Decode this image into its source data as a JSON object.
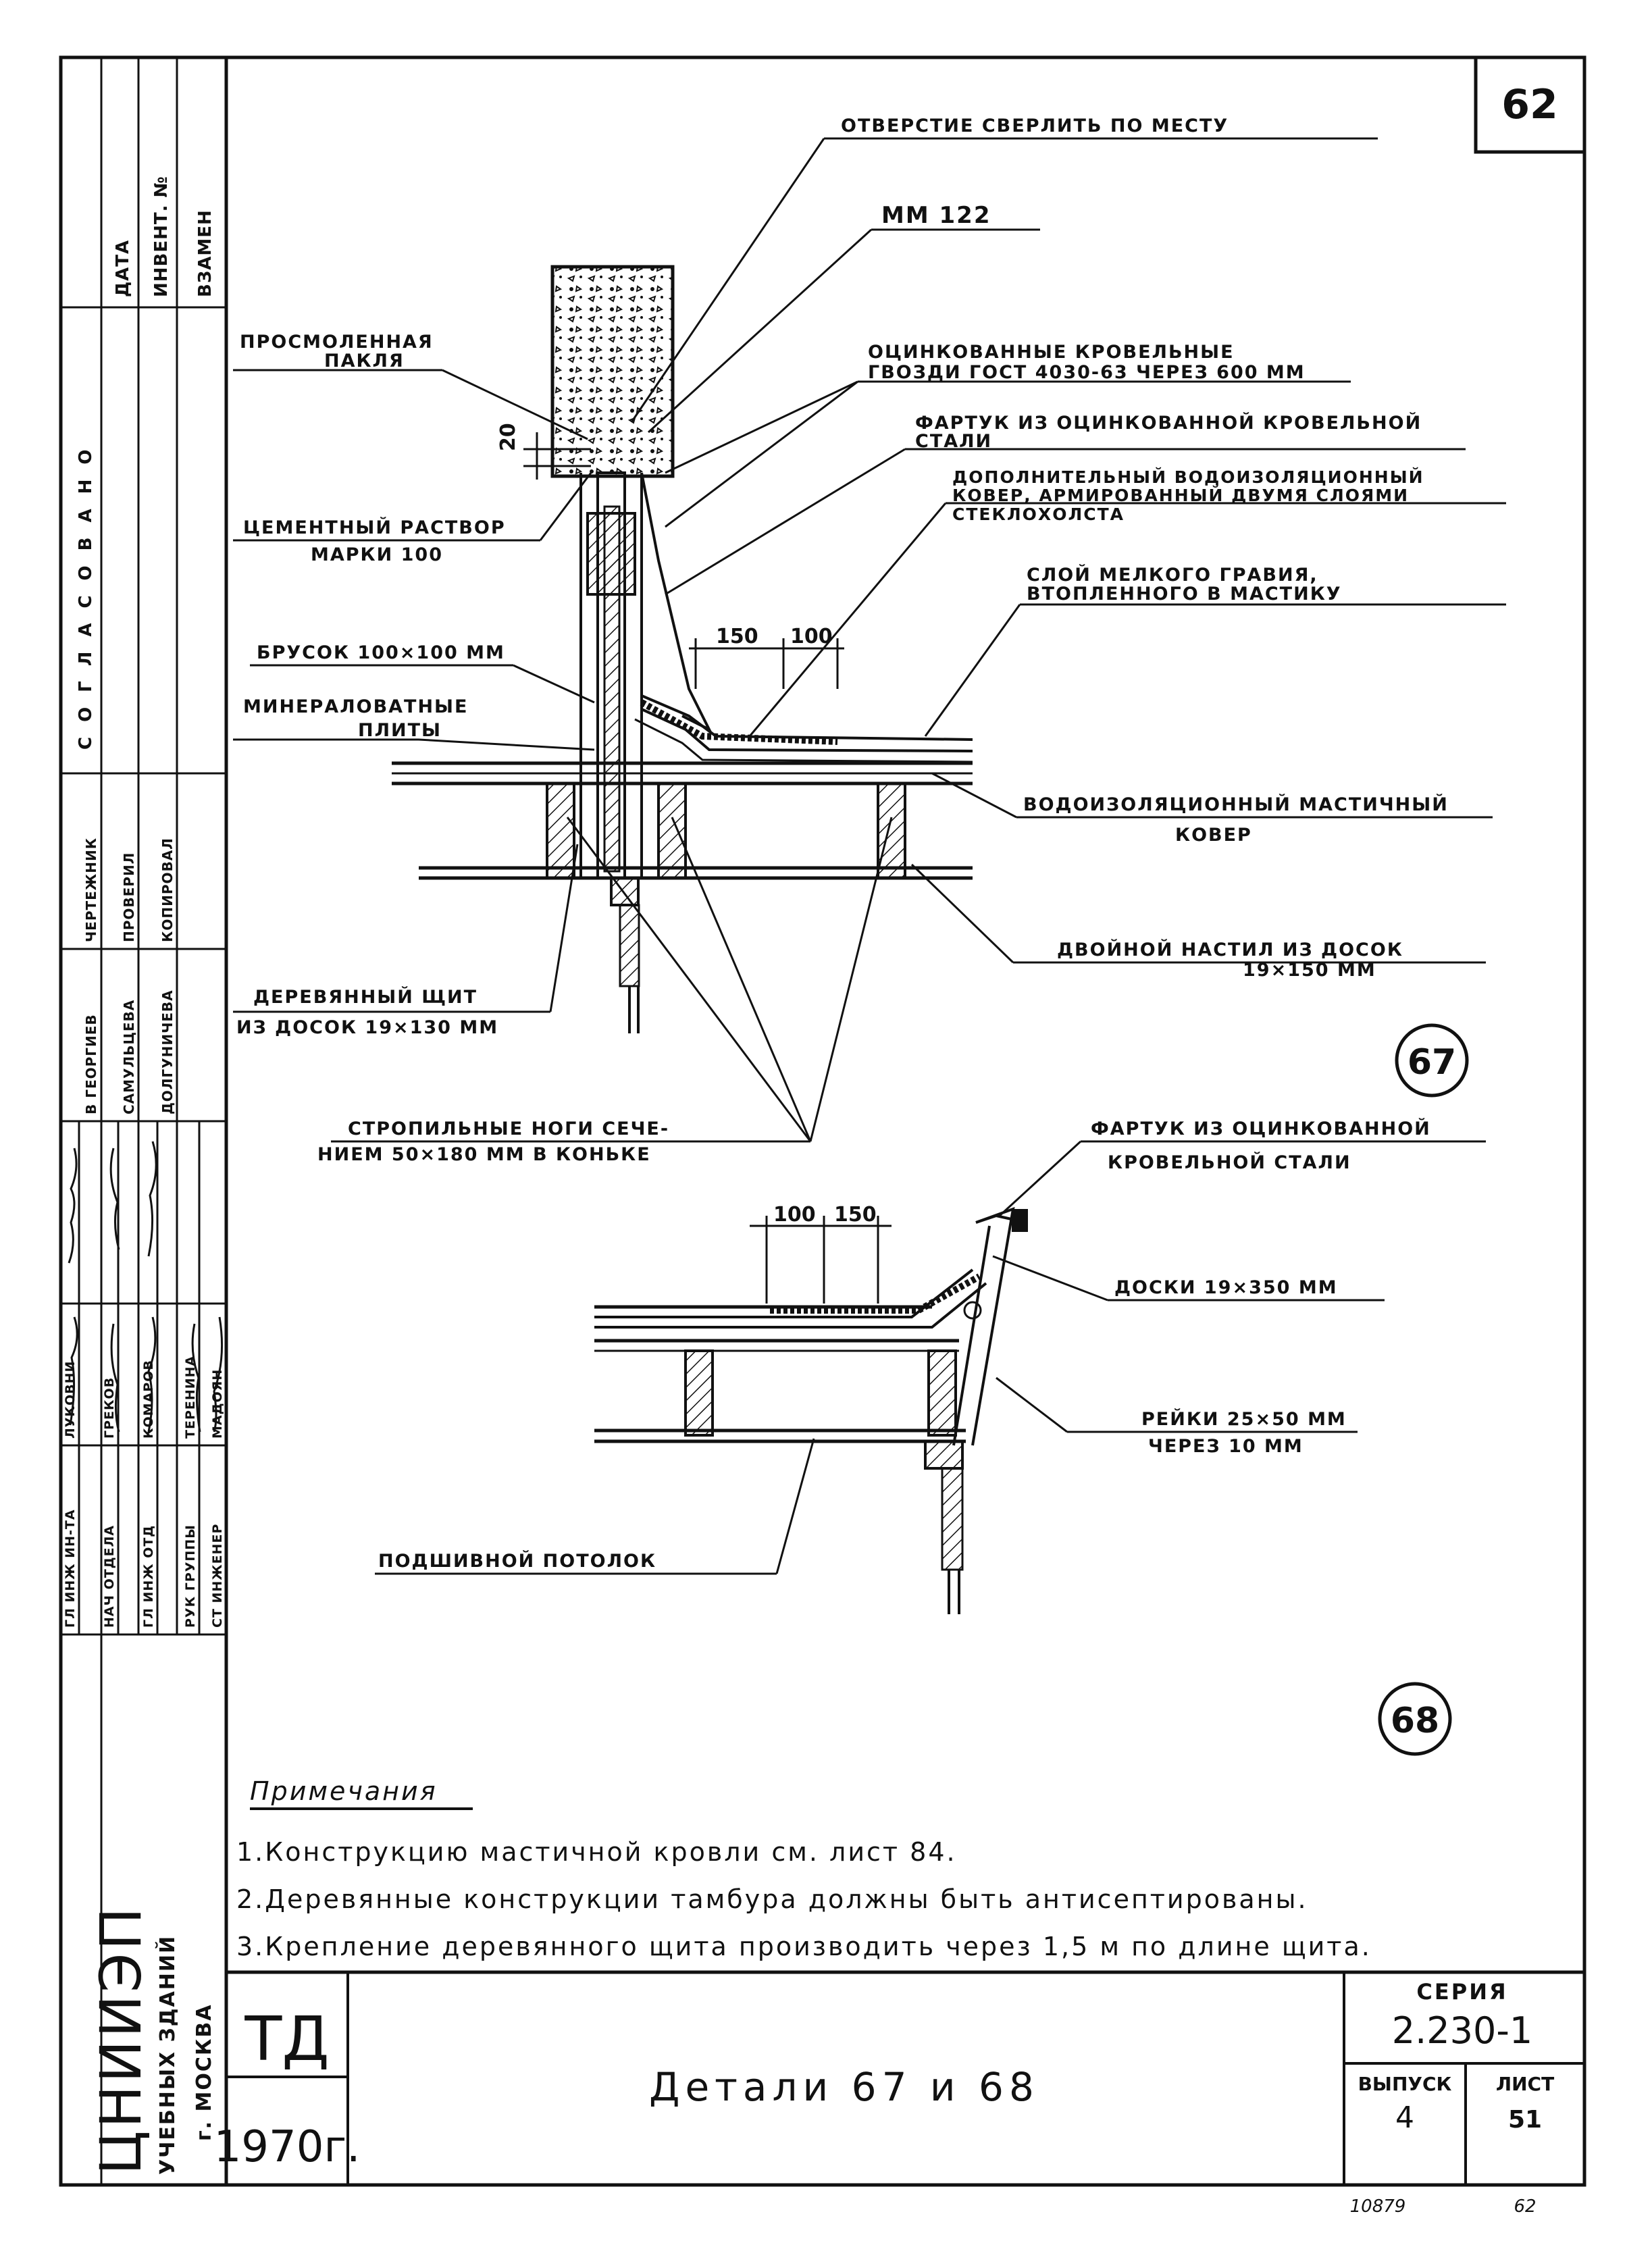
{
  "sheet": {
    "sheet_mark": "62",
    "title": "Детали 67 и 68",
    "td_stamp": "ТД",
    "year": "1970г.",
    "series_label": "СЕРИЯ",
    "series_value": "2.230-1",
    "issue_label": "ВЫПУСК",
    "issue_value": "4",
    "list_label": "ЛИСТ",
    "list_value": "51",
    "bottom_number_left": "10879",
    "bottom_number_right": "62"
  },
  "organization": {
    "name": "ЦНИИЭП",
    "subtitle": "УЧЕБНЫХ ЗДАНИЙ",
    "city": "г. МОСКВА"
  },
  "side_stamp": {
    "top_headers": [
      "ДАТА",
      "ИНВЕНТ. №",
      "ВЗАМЕН"
    ],
    "agreed": "СОГЛАСОВАНО",
    "roles_col1": [
      "ГЛ ИНЖ ИН-ТА",
      "НАЧ ОТДЕЛА",
      "ГЛ ИНЖ ОТД",
      "РУК ГРУППЫ",
      "СТ ИНЖЕНЕР"
    ],
    "names_col": [
      "ЛУКОВНИ",
      "ГРЕКОВ",
      "КОМАРОВ",
      "ТЕРЕНИНА",
      "МАДОЯН"
    ],
    "roles_col2": [
      "ЧЕРТЕЖНИК",
      "ПРОВЕРИЛ",
      "КОПИРОВАЛ"
    ],
    "names_col2": [
      "В ГЕОРГИЕВ",
      "САМУЛЬЦЕВА",
      "ДОЛГУНИЧЕВА"
    ]
  },
  "detail_67": {
    "number": "67",
    "labels": {
      "hole": "ОТВЕРСТИЕ СВЕРЛИТЬ ПО МЕСТУ",
      "mm": "ММ 122",
      "tarred_1": "ПРОСМОЛЕННАЯ",
      "tarred_2": "ПАКЛЯ",
      "nails_1": "ОЦИНКОВАННЫЕ КРОВЕЛЬНЫЕ",
      "nails_2": "ГВОЗДИ ГОСТ 4030-63 ЧЕРЕЗ 600 ММ",
      "apron_1": "ФАРТУК ИЗ ОЦИНКОВАННОЙ КРОВЕЛЬНОЙ",
      "apron_2": "СТАЛИ",
      "extra_1": "ДОПОЛНИТЕЛЬНЫЙ ВОДОИЗОЛЯЦИОННЫЙ",
      "extra_2": "КОВЕР, АРМИРОВАННЫЙ ДВУМЯ СЛОЯМИ",
      "extra_3": "СТЕКЛОХОЛСТА",
      "cement_1": "ЦЕМЕНТНЫЙ РАСТВОР",
      "cement_2": "МАРКИ 100",
      "gravel_1": "СЛОЙ МЕЛКОГО ГРАВИЯ,",
      "gravel_2": "ВТОПЛЕННОГО В МАСТИКУ",
      "bar": "БРУСОК 100×100 ММ",
      "mineral_1": "МИНЕРАЛОВАТНЫЕ",
      "mineral_2": "ПЛИТЫ",
      "mastic_1": "ВОДОИЗОЛЯЦИОННЫЙ МАСТИЧНЫЙ",
      "mastic_2": "КОВЕР",
      "deck_1": "ДВОЙНОЙ НАСТИЛ ИЗ ДОСОК",
      "deck_2": "19×150 ММ",
      "shield_1": "ДЕРЕВЯННЫЙ ЩИТ",
      "shield_2": "ИЗ ДОСОК 19×130 ММ",
      "rafters_1": "СТРОПИЛЬНЫЕ НОГИ СЕЧЕ-",
      "rafters_2": "НИЕМ 50×180 ММ В КОНЬКЕ",
      "dim_20": "20",
      "dim_150": "150",
      "dim_100": "100"
    }
  },
  "detail_68": {
    "number": "68",
    "labels": {
      "apron_1": "ФАРТУК ИЗ ОЦИНКОВАННОЙ",
      "apron_2": "КРОВЕЛЬНОЙ СТАЛИ",
      "boards": "ДОСКИ 19×350 ММ",
      "laths_1": "РЕЙКИ 25×50 ММ",
      "laths_2": "ЧЕРЕЗ 10 ММ",
      "ceiling": "ПОДШИВНОЙ ПОТОЛОК",
      "dim_100": "100",
      "dim_150": "150"
    }
  },
  "notes": {
    "heading": "Примечания",
    "items": [
      "1.Конструкцию мастичной кровли см. лист 84.",
      "2.Деревянные конструкции тамбура должны быть антисептированы.",
      "3.Крепление деревянного щита производить через 1,5 м по длине щита."
    ]
  }
}
